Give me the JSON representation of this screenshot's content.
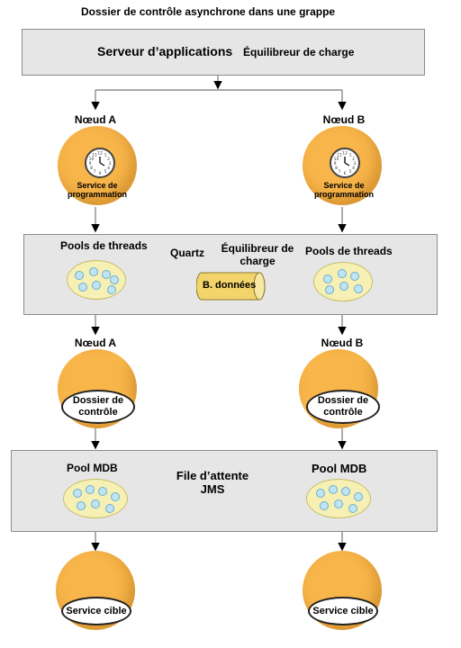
{
  "title": "Dossier de contrôle asynchrone dans une grappe",
  "top_box": {
    "main": "Serveur d’applications",
    "sub": "Équilibreur de charge"
  },
  "node_a_label": "Nœud A",
  "node_b_label": "Nœud B",
  "scheduler_label_1": "Service de",
  "scheduler_label_2": "programmation",
  "middle_box": {
    "pool_left": "Pools de threads",
    "pool_right": "Pools de threads",
    "quartz": "Quartz",
    "balancer_1": "Équilibreur de",
    "balancer_2": "charge",
    "db": "B. données"
  },
  "dossier_label_1": "Dossier de",
  "dossier_label_2": "contrôle",
  "bottom_box": {
    "pool_left": "Pool MDB",
    "pool_right": "Pool MDB",
    "queue_1": "File d’attente",
    "queue_2": "JMS"
  },
  "target_service": "Service cible",
  "colors": {
    "node": "#f7b54a",
    "box": "#e6e6e6",
    "pool": "#f6f0b4",
    "dot": "#bfe5f3"
  },
  "icons": [
    "clock-icon",
    "database-cylinder-icon"
  ]
}
